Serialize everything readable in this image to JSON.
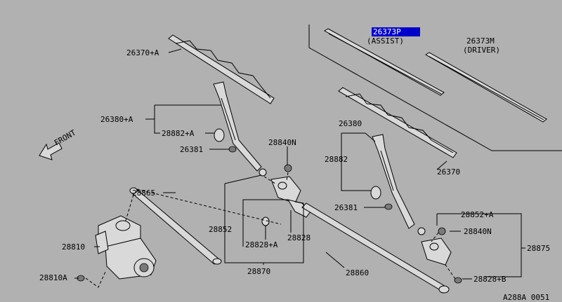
{
  "labels": {
    "p26373P": "26373P",
    "assist": "(ASSIST)",
    "p26373M": "26373M",
    "driver": "(DRIVER)",
    "p26370A": "26370+A",
    "p26380A": "26380+A",
    "p28882A": "28882+A",
    "p26381_left": "26381",
    "p28840N_top": "28840N",
    "p26380": "26380",
    "p28882": "28882",
    "p26370": "26370",
    "p26381_right": "26381",
    "p28865": "28865",
    "p28852": "28852",
    "p28828": "28828",
    "p28828A": "28828+A",
    "p28810": "28810",
    "p28870": "28870",
    "p28860": "28860",
    "p28810A": "28810A",
    "p28852A": "28852+A",
    "p28840N_right": "28840N",
    "p28875": "28875",
    "p28828B": "28828+B",
    "front": "FRONT",
    "diagram_code": "A288A 0051"
  },
  "highlight_color": "#0000cc",
  "background_color": "#b1b1b1"
}
